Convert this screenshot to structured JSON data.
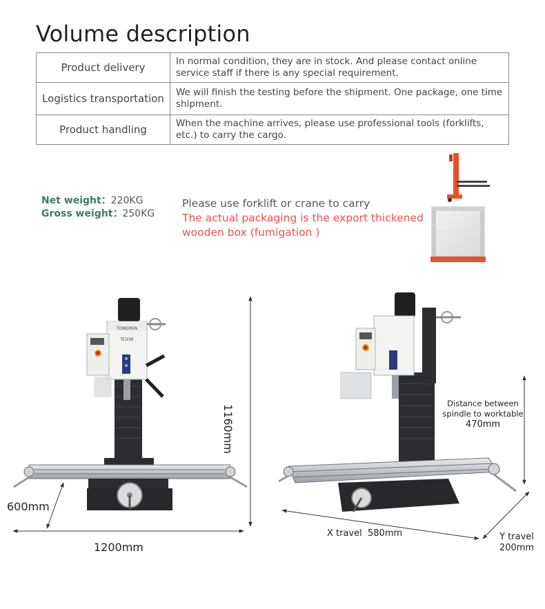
{
  "title": "Volume description",
  "table": [
    {
      "label": "Product delivery",
      "value": "In normal condition, they are in stock. And please contact online service staff if there is any special requirement."
    },
    {
      "label": "Logistics transportation",
      "value": "We will finish the testing before the shipment. One package, one time shipment."
    },
    {
      "label": "Product handling",
      "value": "When the machine arrives, please use professional tools (forklifts, etc.) to carry the cargo."
    }
  ],
  "weights": {
    "net_label": "Net weight：",
    "net_value": "220KG",
    "gross_label": "Gross weight：",
    "gross_value": "250KG"
  },
  "carry": {
    "line1": "Please use forklift or crane to carry",
    "line2": "The actual packaging is the export thickened",
    "line3": "wooden box (fumigation )"
  },
  "machine": {
    "brand": "TONGREN",
    "model": "TCV36"
  },
  "dimensions": {
    "height": "1160mm",
    "width": "1200mm",
    "depth": "600mm",
    "spindle_line1": "Distance between",
    "spindle_line2": "spindle to worktable",
    "spindle_value": "470mm",
    "x_travel": "X travel  580mm",
    "y_label": "Y travel",
    "y_value": "200mm"
  },
  "colors": {
    "accent_red": "#e9524e",
    "label_green": "#3e7a62",
    "forklift_orange": "#e8502a"
  }
}
